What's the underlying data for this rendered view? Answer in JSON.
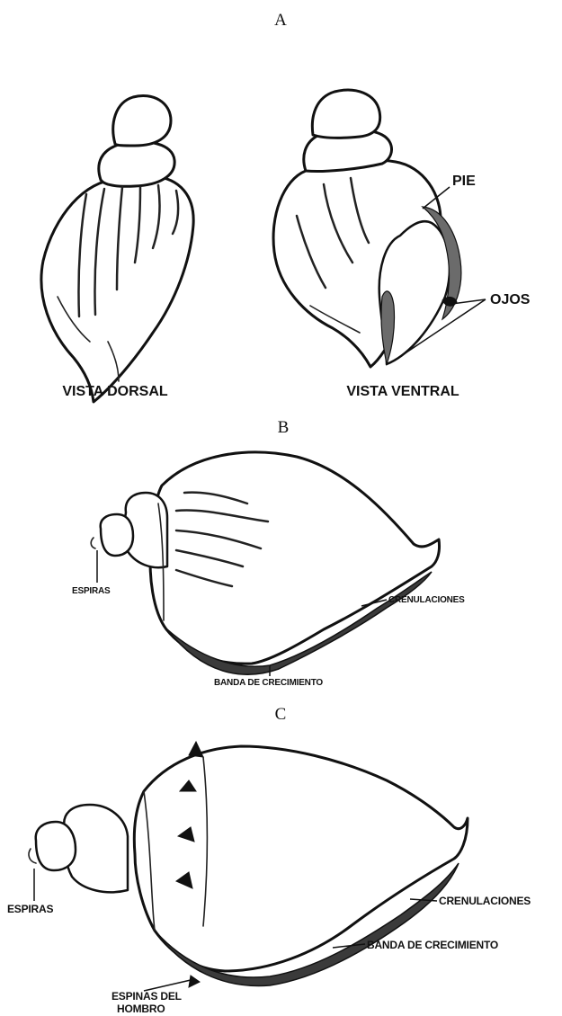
{
  "panels": {
    "a": {
      "letter": "A",
      "dorsal_label": "VISTA DORSAL",
      "ventral_label": "VISTA VENTRAL",
      "callouts": {
        "foot": "PIE",
        "eyes": "OJOS"
      }
    },
    "b": {
      "letter": "B",
      "callouts": {
        "whorls": "ESPIRAS",
        "crenulations": "CRENULACIONES",
        "growth_band": "BANDA DE CRECIMIENTO"
      }
    },
    "c": {
      "letter": "C",
      "callouts": {
        "whorls": "ESPIRAS",
        "crenulations": "CRENULACIONES",
        "growth_band": "BANDA DE CRECIMIENTO",
        "shoulder_spines_line1": "ESPINAS DEL",
        "shoulder_spines_line2": "HOMBRO"
      }
    }
  }
}
